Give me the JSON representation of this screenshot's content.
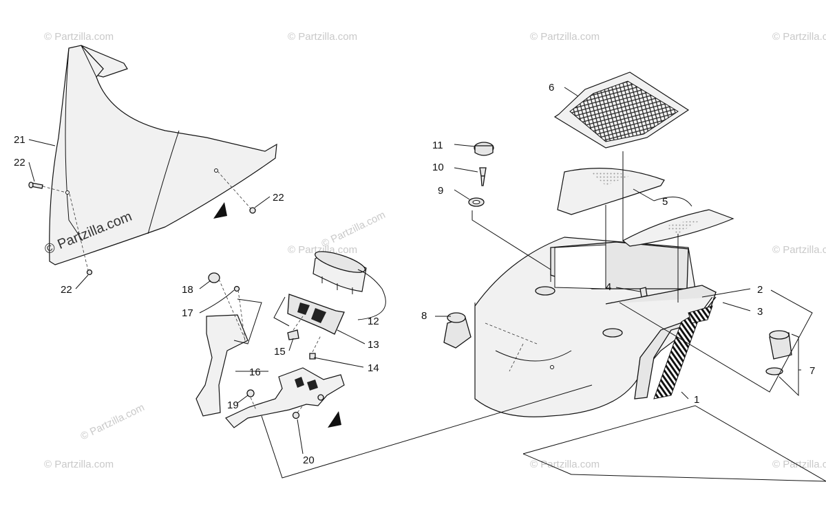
{
  "watermarks": {
    "text": "© Partzilla.com",
    "main": "© Partzilla.com"
  },
  "callouts": [
    {
      "id": "c1",
      "label": "1"
    },
    {
      "id": "c2",
      "label": "2"
    },
    {
      "id": "c3",
      "label": "3"
    },
    {
      "id": "c4",
      "label": "4"
    },
    {
      "id": "c5",
      "label": "5"
    },
    {
      "id": "c6",
      "label": "6"
    },
    {
      "id": "c7",
      "label": "7"
    },
    {
      "id": "c8",
      "label": "8"
    },
    {
      "id": "c9",
      "label": "9"
    },
    {
      "id": "c10",
      "label": "10"
    },
    {
      "id": "c11",
      "label": "11"
    },
    {
      "id": "c12",
      "label": "12"
    },
    {
      "id": "c13",
      "label": "13"
    },
    {
      "id": "c14",
      "label": "14"
    },
    {
      "id": "c15",
      "label": "15"
    },
    {
      "id": "c16",
      "label": "16"
    },
    {
      "id": "c17",
      "label": "17"
    },
    {
      "id": "c18",
      "label": "18"
    },
    {
      "id": "c19",
      "label": "19"
    },
    {
      "id": "c20",
      "label": "20"
    },
    {
      "id": "c21",
      "label": "21"
    },
    {
      "id": "c22a",
      "label": "22"
    },
    {
      "id": "c22b",
      "label": "22"
    },
    {
      "id": "c22c",
      "label": "22"
    }
  ]
}
